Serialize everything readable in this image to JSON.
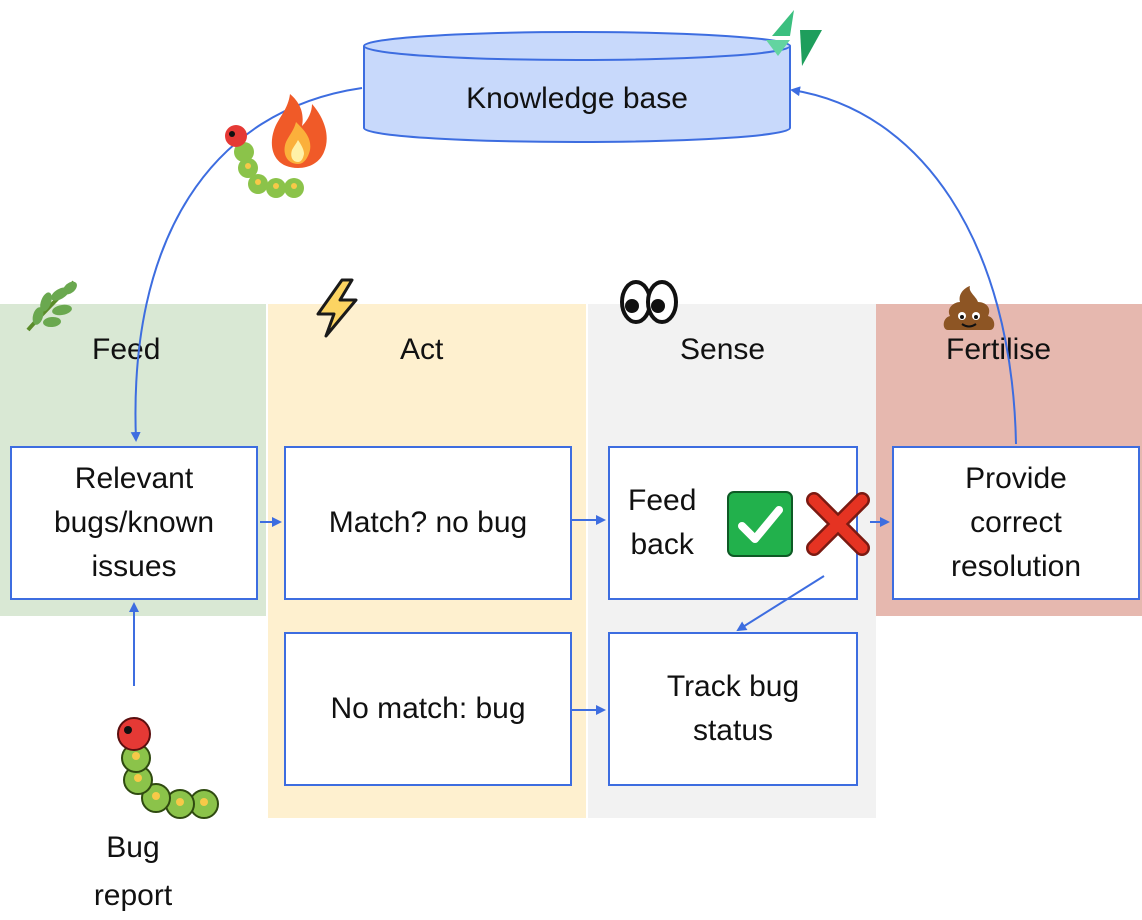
{
  "knowledge_base": {
    "label": "Knowledge base"
  },
  "lanes": [
    {
      "id": "feed",
      "title": "Feed",
      "icon": "herb-icon"
    },
    {
      "id": "act",
      "title": "Act",
      "icon": "lightning-icon"
    },
    {
      "id": "sense",
      "title": "Sense",
      "icon": "eyes-icon"
    },
    {
      "id": "fertilise",
      "title": "Fertilise",
      "icon": "poop-icon"
    }
  ],
  "boxes": {
    "relevant_bugs": "Relevant\nbugs/known\nissues",
    "match_no_bug": "Match? no bug",
    "feed_back": "Feed\nback",
    "provide_resolution": "Provide\ncorrect\nresolution",
    "no_match_bug": "No match: bug",
    "track_bug": "Track bug\nstatus"
  },
  "bug_report": {
    "label": "Bug\nreport",
    "icon": "caterpillar-icon"
  },
  "decorations": [
    "caterpillar-icon",
    "fire-icon",
    "jira-logo-icon",
    "check-mark-icon",
    "cross-mark-icon"
  ],
  "colors": {
    "arrow": "#3d6de0",
    "box_border": "#3d6de0",
    "kb_fill": "#c8d9fb",
    "feed": "#d9e8d4",
    "act": "#fef0cf",
    "sense": "#f2f2f2",
    "fertilise": "#e6b8af"
  }
}
